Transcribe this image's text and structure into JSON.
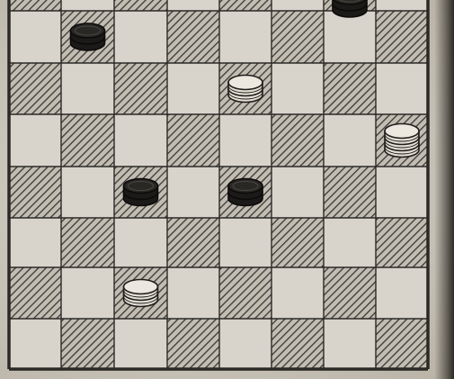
{
  "board": {
    "rows": 8,
    "cols": 8,
    "light_color": "#d8d4cb",
    "dark_hatch_color": "#3a3733",
    "dark_bg_color": "#c2bdb2",
    "frame_color": "#2b2926",
    "first_row_partial": true,
    "first_col_partial": true,
    "top_left_square": "dark"
  },
  "pieces": [
    {
      "row": 0,
      "col": 6,
      "color": "black",
      "stack": 2
    },
    {
      "row": 1,
      "col": 1,
      "color": "black",
      "stack": 2
    },
    {
      "row": 2,
      "col": 4,
      "color": "white",
      "stack": 2
    },
    {
      "row": 3,
      "col": 7,
      "color": "white",
      "stack": 3
    },
    {
      "row": 4,
      "col": 2,
      "color": "black",
      "stack": 2
    },
    {
      "row": 4,
      "col": 4,
      "color": "black",
      "stack": 2
    },
    {
      "row": 6,
      "col": 2,
      "color": "white",
      "stack": 2
    }
  ],
  "colors": {
    "black_piece": "#1c1a18",
    "black_piece_edge": "#0c0b0a",
    "white_piece": "#e4e0d6",
    "white_piece_edge": "#1f1d1a"
  }
}
